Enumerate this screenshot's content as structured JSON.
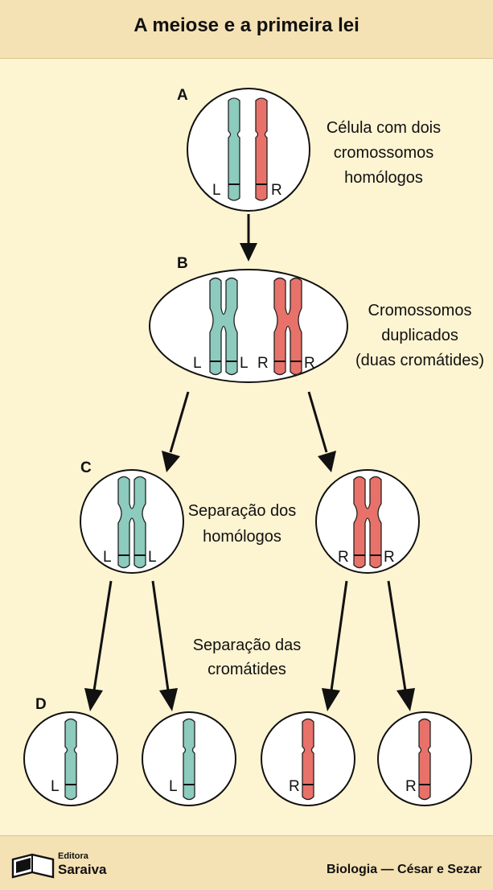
{
  "header": {
    "title": "A meiose e a primeira lei"
  },
  "steps": {
    "a": "A",
    "b": "B",
    "c": "C",
    "d": "D"
  },
  "captions": {
    "a": [
      "Célula com dois",
      "cromossomos",
      "homólogos"
    ],
    "b": [
      "Cromossomos",
      "duplicados",
      "(duas cromátides)"
    ],
    "c": [
      "Separação dos",
      "homólogos"
    ],
    "d": [
      "Separação das",
      "cromátides"
    ]
  },
  "alleles": {
    "left": "L",
    "right": "R"
  },
  "colors": {
    "teal": "#8ccbbd",
    "red": "#e8726a",
    "cell": "#ffffff",
    "band": "#f5e2b4",
    "background": "#fdf4d2"
  },
  "footer": {
    "publisher_line1": "Editora",
    "publisher_line2": "Saraiva",
    "credit": "Biologia — César e Sezar"
  }
}
